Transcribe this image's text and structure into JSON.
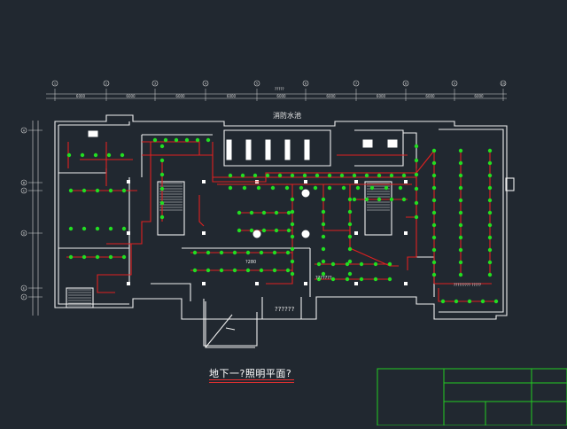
{
  "drawing": {
    "title": "地下一?照明平面?",
    "top_label": "消防水池",
    "room_label": "??????",
    "parking_label": "?280",
    "service_label": "???????",
    "right_room_label": "????????? ?????",
    "overall_dim": "?????",
    "colors": {
      "background": "#212830",
      "walls": "#ffffff",
      "wiring": "#e02020",
      "fixtures": "#22dd22",
      "title_block": "#22cc22",
      "dimension": "#d8d8d8"
    }
  },
  "axes": {
    "top_bubbles": [
      "1",
      "2",
      "3",
      "4",
      "5",
      "6",
      "7",
      "8",
      "9",
      "10",
      "11"
    ],
    "left_bubbles": [
      "A",
      "B",
      "C",
      "D",
      "E",
      "F"
    ]
  },
  "dimensions": {
    "top": [
      "6000",
      "6000",
      "6000",
      "6000",
      "6000",
      "6000",
      "6000",
      "6000",
      "6000",
      "6000"
    ]
  }
}
